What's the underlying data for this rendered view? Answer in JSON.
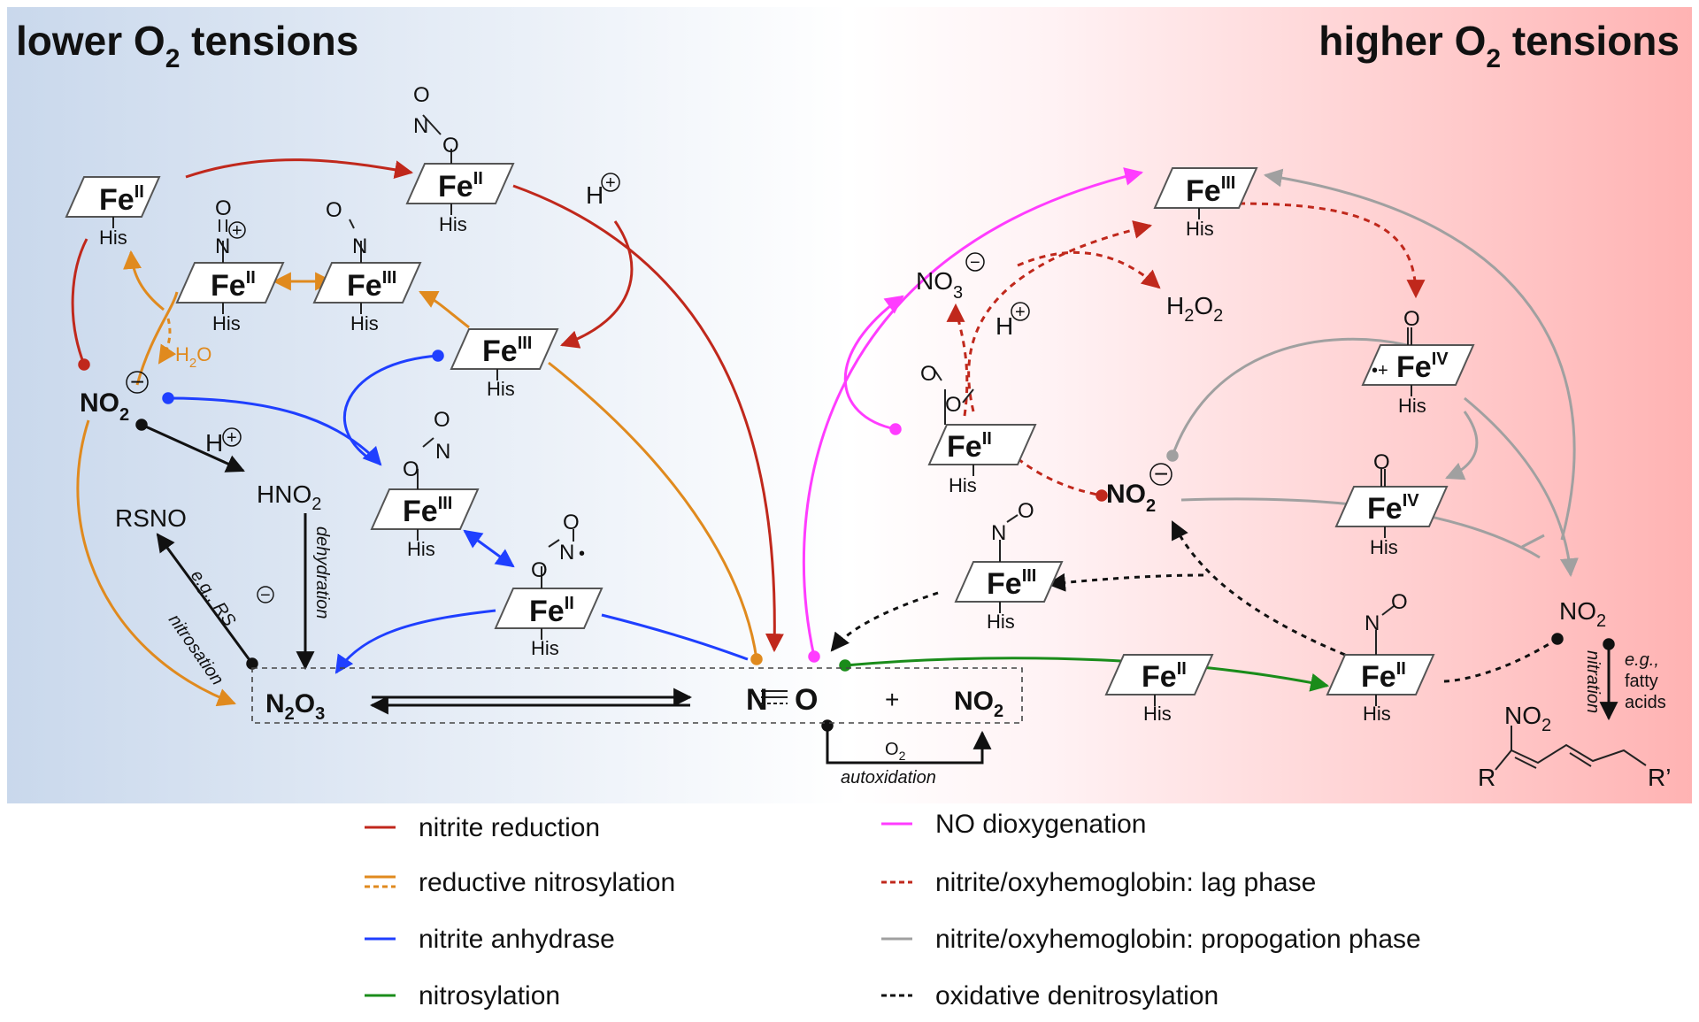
{
  "headings": {
    "lower_prefix": "lower O",
    "lower_sub": "2",
    "lower_suffix": " tensions",
    "higher_prefix": "higher O",
    "higher_sub": "2",
    "higher_suffix": " tensions"
  },
  "labels": {
    "fe": "Fe",
    "ii": "II",
    "iii": "III",
    "iv": "IV",
    "his": "His",
    "h": "H",
    "plus": "+",
    "o": "O",
    "n": "N",
    "no2_anion": "NO",
    "two": "2",
    "three": "3",
    "minus": "−",
    "hno2": "HNO",
    "rsno": "RSNO",
    "h2o": "H",
    "n2o3_n": "N",
    "n2o3_o": "O",
    "no_n": "N",
    "no_o": "O",
    "plus_sign": "+",
    "no2_gas": "NO",
    "no3": "NO",
    "h2o2_h": "H",
    "h2o2_o": "O",
    "o2": "O",
    "autoxidation": "autoxidation",
    "dehydration": "dehydration",
    "nitration": "nitration",
    "eg_rs_prefix": "e.g., RS",
    "nitrosation": "nitrosation",
    "eg_fatty_1": "e.g.,",
    "eg_fatty_2": "fatty",
    "eg_fatty_3": "acids",
    "r": "R",
    "r_prime": "R’",
    "radical_dot": "•",
    "radical_plus_dot": "•+"
  },
  "legend": [
    {
      "label": "nitrite reduction",
      "color": "#c0281c",
      "style": "solid"
    },
    {
      "label": "reductive nitrosylation",
      "color": "#e08a1e",
      "style": "solid-dashed"
    },
    {
      "label": "nitrite anhydrase",
      "color": "#1f3fff",
      "style": "solid"
    },
    {
      "label": "nitrosylation",
      "color": "#1a8c1a",
      "style": "solid"
    },
    {
      "label": "NO dioxygenation",
      "color": "#ff3cff",
      "style": "solid"
    },
    {
      "label": "nitrite/oxyhemoglobin: lag phase",
      "color": "#c0281c",
      "style": "dashed"
    },
    {
      "label": "nitrite/oxyhemoglobin: propogation phase",
      "color": "#a0a0a0",
      "style": "solid"
    },
    {
      "label": "oxidative denitrosylation",
      "color": "#111111",
      "style": "dashed"
    }
  ],
  "colors": {
    "nitrite_reduction": "#c0281c",
    "reductive_nitrosylation": "#e08a1e",
    "nitrite_anhydrase": "#1f3fff",
    "nitrosylation": "#1a8c1a",
    "no_dioxygenation": "#ff3cff",
    "lag_phase": "#c0281c",
    "propagation_phase": "#a0a0a0",
    "oxidative_denitrosylation": "#111111",
    "bg_left": "#c9d8ec",
    "bg_right": "#ffb3b3"
  }
}
